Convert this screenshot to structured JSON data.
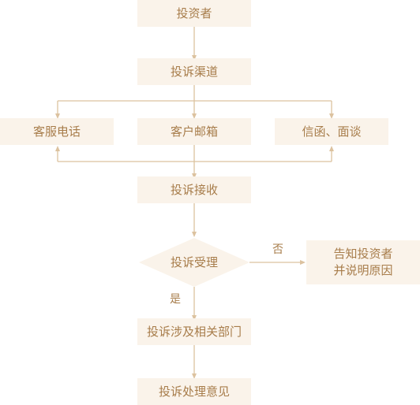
{
  "colors": {
    "box_fill": "#faf3ea",
    "text": "#a77c4a",
    "line": "#dcc29f"
  },
  "nodes": {
    "investor": "投资者",
    "channel": "投诉渠道",
    "phone": "客服电话",
    "mailbox": "客户邮箱",
    "letter": "信函、面谈",
    "receive": "投诉接收",
    "accept": "投诉受理",
    "notify_line1": "告知投资者",
    "notify_line2": "并说明原因",
    "departments": "投诉涉及相关部门",
    "opinion": "投诉处理意见"
  },
  "edge_labels": {
    "no": "否",
    "yes": "是"
  }
}
